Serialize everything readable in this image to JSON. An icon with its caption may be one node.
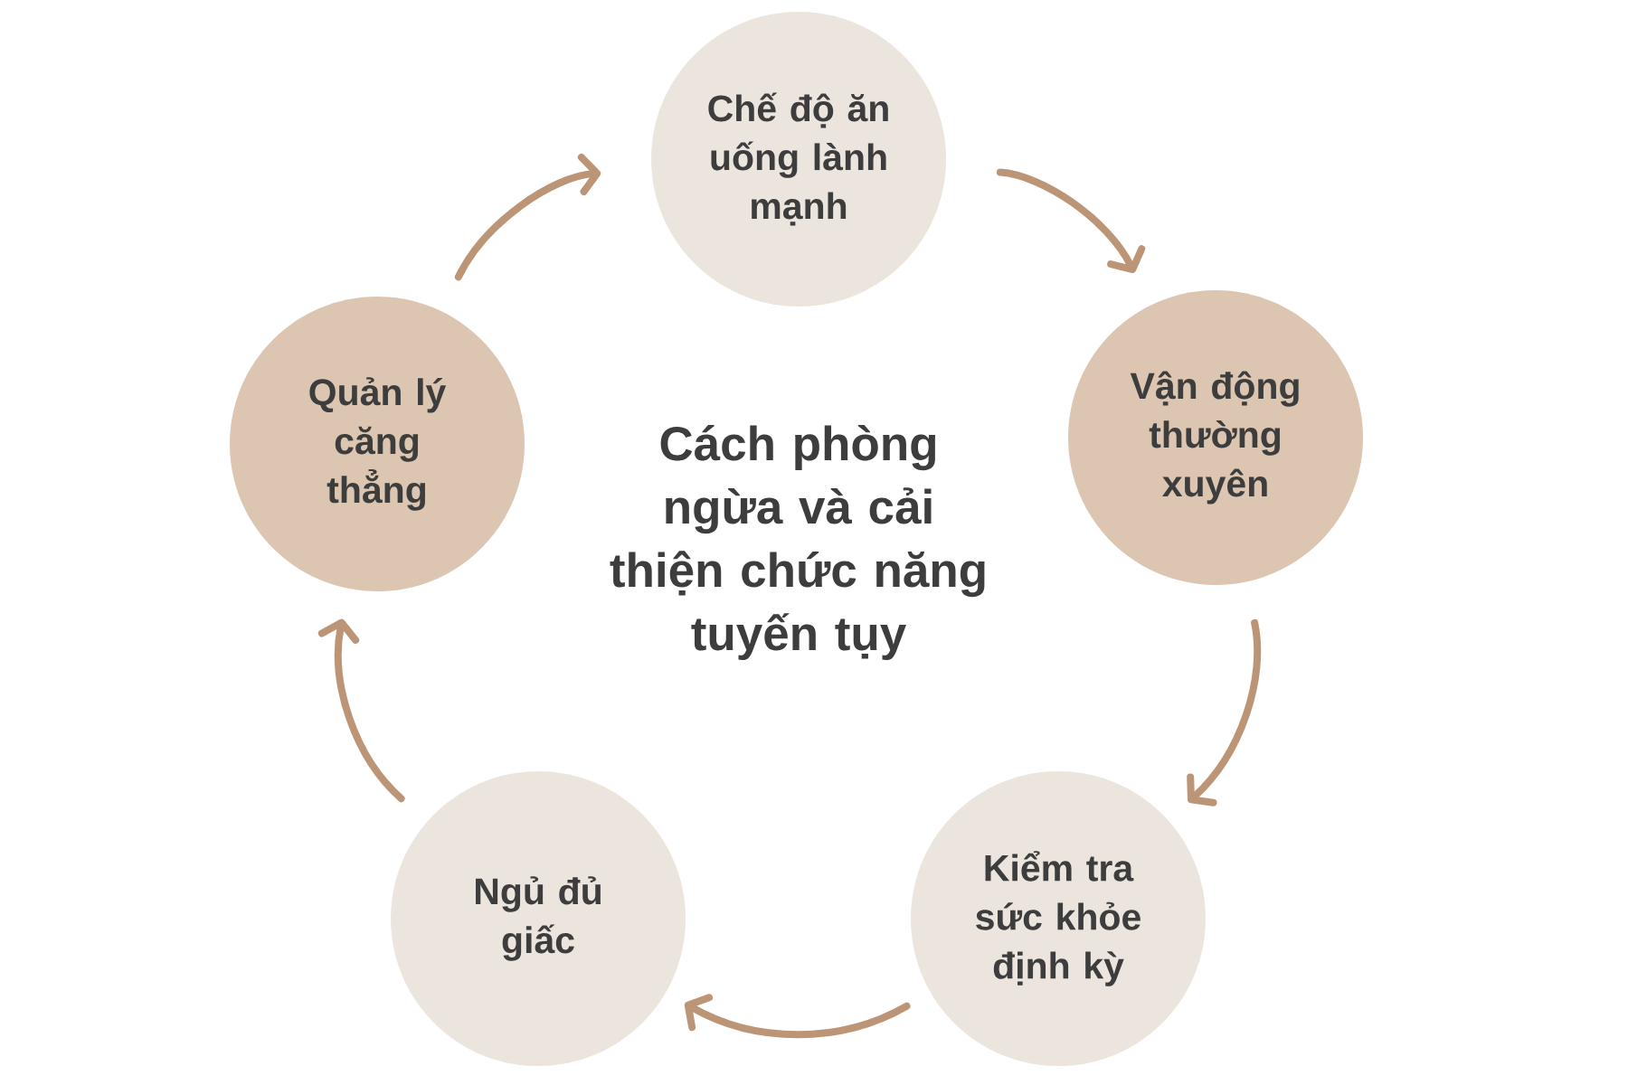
{
  "diagram": {
    "title": "Cách phòng ngừa và cải thiện chức năng tuyến tụy",
    "nodes": [
      {
        "text": [
          "Chế độ ăn uống lành mạnh"
        ]
      },
      {
        "text": [
          "Quản lý căng thẳng"
        ]
      },
      {
        "text": [
          "Vận động thường xuyên"
        ]
      },
      {
        "text": [
          "Ngủ đủ giấc"
        ]
      },
      {
        "text": [
          "Kiểm tra sức khỏe định kỳ"
        ]
      }
    ],
    "edges": [
      {
        "from": 0,
        "to": 2,
        "arrow": "to"
      },
      {
        "from": 2,
        "to": 4,
        "arrow": "to"
      },
      {
        "from": 4,
        "to": 3,
        "arrow": "to"
      },
      {
        "from": 3,
        "to": 1,
        "arrow": "to"
      },
      {
        "from": 1,
        "to": 0,
        "arrow": "to"
      }
    ]
  }
}
